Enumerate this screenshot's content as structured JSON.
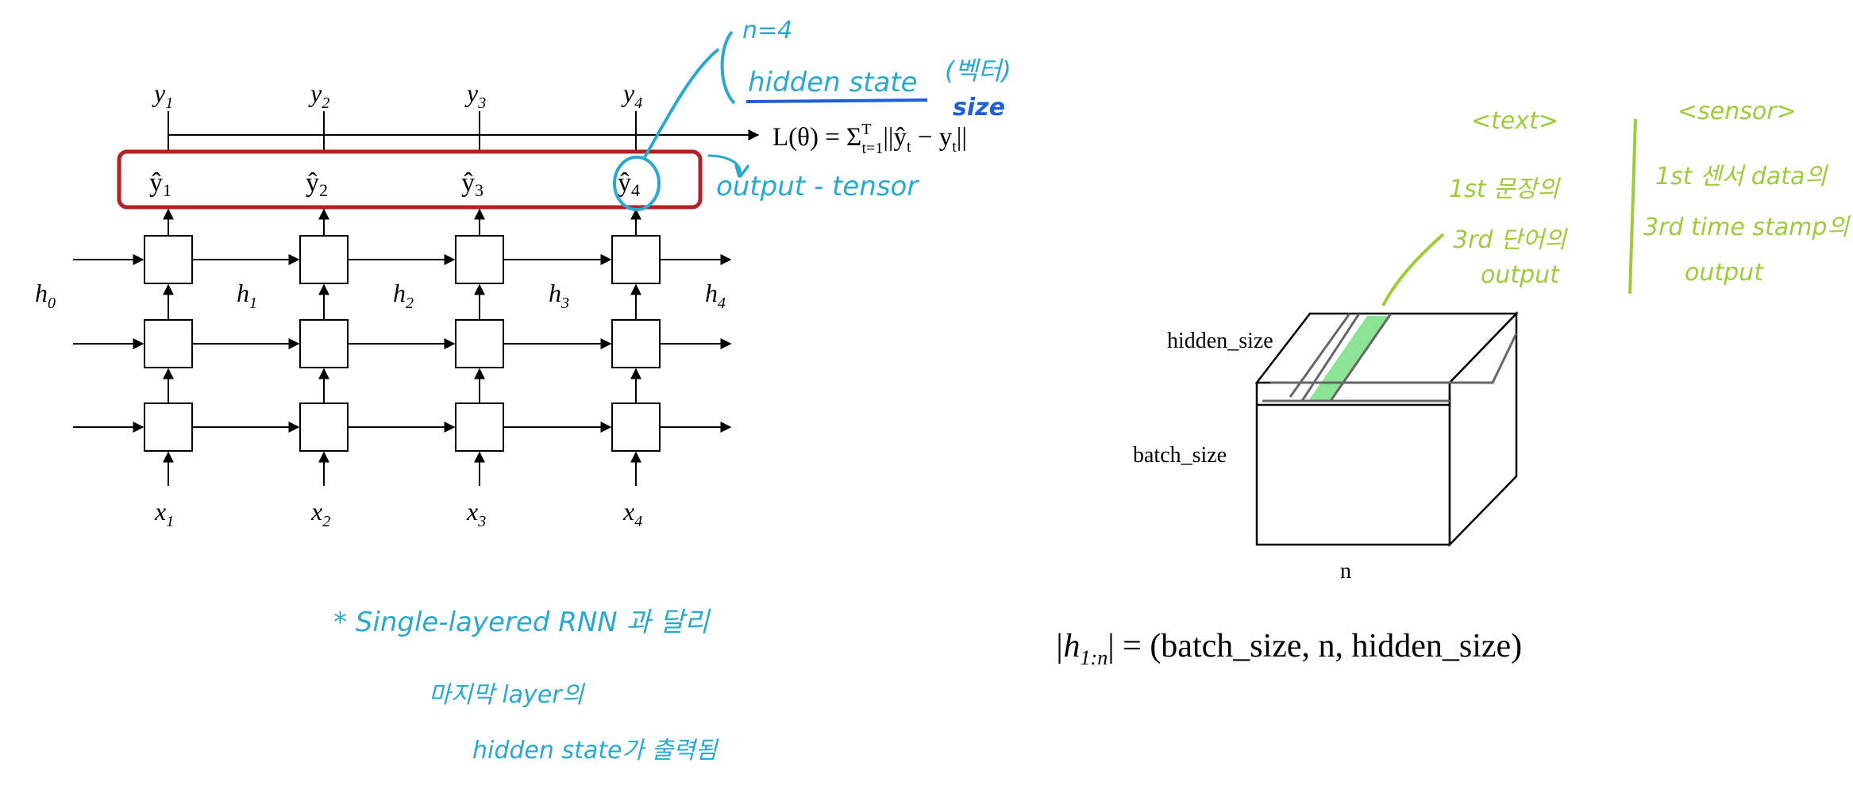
{
  "rnn": {
    "outputs_true": [
      "y",
      "y",
      "y",
      "y"
    ],
    "outputs_true_sub": [
      "1",
      "2",
      "3",
      "4"
    ],
    "outputs_pred": [
      "ŷ",
      "ŷ",
      "ŷ",
      "ŷ"
    ],
    "outputs_pred_sub": [
      "1",
      "2",
      "3",
      "4"
    ],
    "hidden": [
      "h",
      "h",
      "h",
      "h",
      "h"
    ],
    "hidden_sub": [
      "0",
      "1",
      "2",
      "3",
      "4"
    ],
    "inputs": [
      "x",
      "x",
      "x",
      "x"
    ],
    "inputs_sub": [
      "1",
      "2",
      "3",
      "4"
    ],
    "loss": {
      "lhs": "L(θ) = Σ",
      "sup": "T",
      "sub": "t=1",
      "rhs": "||ŷ",
      "rhs_sub": "t",
      "minus": " − y",
      "minus_sub": "t",
      "end": "||"
    }
  },
  "tensor": {
    "label_hidden": "hidden_size",
    "label_batch": "batch_size",
    "label_n": "n",
    "formula": {
      "bar_open": "|h",
      "sub": "1:n",
      "rest": "| = (batch_size, n, hidden_size)"
    }
  },
  "annotations": {
    "blue": {
      "n_eq": "n=4",
      "hidden_state": "hidden  state",
      "vector": "(벡터)",
      "size": "size",
      "output_tensor": "output - tensor",
      "note_line1": "*   Single-layered   RNN  과 달리",
      "note_line2": "마지막   layer의",
      "note_line3": "hidden  state가 출력됨"
    },
    "green": {
      "text_header": "<text>",
      "sensor_header": "<sensor>",
      "text_line1": "1st  문장의",
      "text_line2": "3rd  단어의",
      "text_line3": "output",
      "sensor_line1": "1st  센서 data의",
      "sensor_line2": "3rd  time stamp의",
      "sensor_line3": "output"
    }
  },
  "colors": {
    "ink": "#000000",
    "red_box": "#b22222",
    "blue_ink": "#2aa8cf",
    "blue_dark": "#1f5fd6",
    "green_ink": "#9ccc3a",
    "green_fill": "#7ee08a",
    "gray_line": "#666666"
  }
}
